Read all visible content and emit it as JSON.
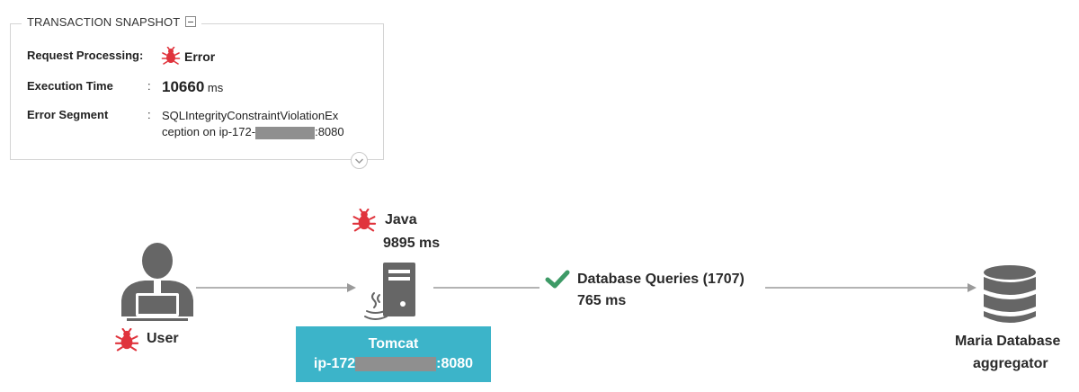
{
  "snapshot": {
    "title": "TRANSACTION SNAPSHOT",
    "rows": [
      {
        "label": "Request Processing:",
        "value": "Error",
        "icon": "bug-icon"
      },
      {
        "label": "Execution Time",
        "colon": ":",
        "value": "10660",
        "unit": "ms"
      },
      {
        "label": "Error Segment",
        "colon": ":",
        "value_line1": "SQLIntegrityConstraintViolationEx",
        "value_line2_prefix": "ception on ip-172-",
        "value_line2_suffix": ":8080"
      }
    ]
  },
  "flow": {
    "user": {
      "label": "User",
      "status_icon": "bug-icon"
    },
    "java": {
      "label": "Java",
      "time": "9895 ms",
      "status_icon": "bug-icon"
    },
    "tomcat": {
      "title": "Tomcat",
      "host_prefix": "ip-172",
      "host_suffix": ":8080"
    },
    "db_queries": {
      "label": "Database Queries (1707)",
      "time": "765 ms",
      "status_icon": "check-icon"
    },
    "database": {
      "line1": "Maria Database",
      "line2": "aggregator"
    }
  },
  "colors": {
    "error": "#e0333c",
    "success": "#3d9a66",
    "tomcat_bg": "#3cb4c9",
    "node_gray": "#666666",
    "arrow": "#9a9a9a"
  }
}
